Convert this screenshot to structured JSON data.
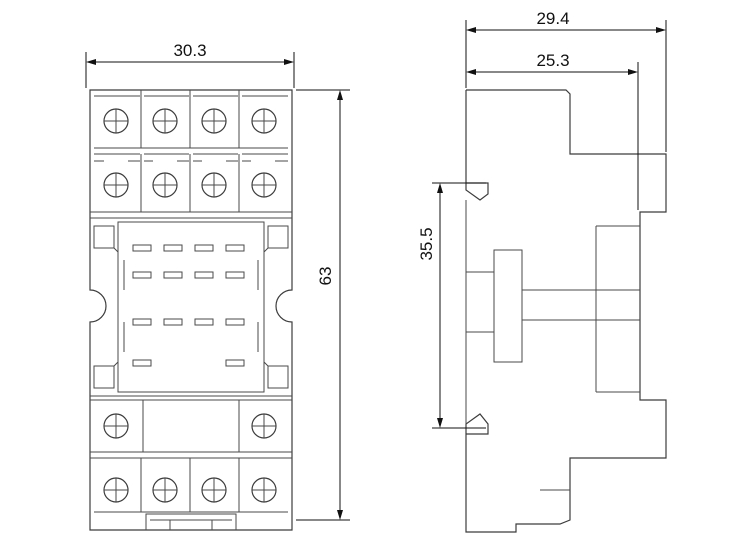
{
  "drawing": {
    "front_view": {
      "width_label": "30.3",
      "height_label": "63"
    },
    "side_view": {
      "total_depth_label": "29.4",
      "rail_depth_label": "25.3",
      "rail_width_label": "35.5"
    }
  }
}
